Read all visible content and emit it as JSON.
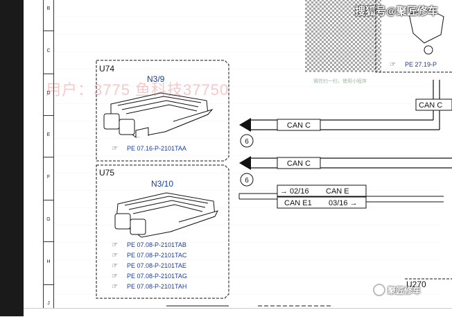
{
  "ruler_letters": [
    "B",
    "C",
    "D",
    "E",
    "F",
    "G",
    "H",
    "J"
  ],
  "modules": [
    {
      "id": "U74",
      "code": "N3/9",
      "refs": [
        "PE 07.16-P-2101TAA"
      ]
    },
    {
      "id": "U75",
      "code": "N3/10",
      "refs": [
        "PE 07.08-P-2101TAB",
        "PE 07.08-P-2101TAC",
        "PE 07.08-P-2101TAE",
        "PE 07.08-P-2101TAG",
        "PE 07.08-P-2101TAH"
      ]
    }
  ],
  "bus_lines": {
    "can_c_1": "CAN C",
    "can_c_2": "CAN C",
    "can_c_right": "CAN C",
    "connector_badge_1": "6",
    "connector_badge_2": "6",
    "can_e_ref": "→ 02/16",
    "can_e": "CAN E",
    "can_e1": "CAN E1",
    "can_e1_ref": "03/16 →"
  },
  "top_right_ref": "PE 27.19-P",
  "bottom_right_label": "U270",
  "watermarks": {
    "top": "搜狐号@聚匠修车",
    "red": "用户：3775 鱼科技37750",
    "qr_caption": "微信扫一扫，使用小程序",
    "bottom": "聚匠修车"
  },
  "colors": {
    "ref_blue": "#1a3c9c",
    "line": "#111111"
  }
}
